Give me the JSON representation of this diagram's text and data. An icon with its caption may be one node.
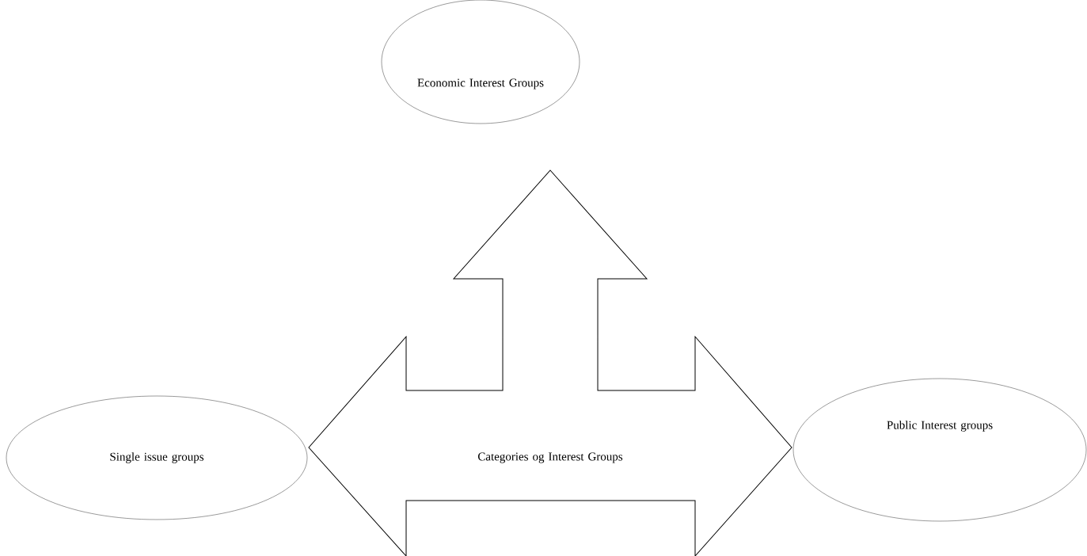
{
  "diagram": {
    "nodes": [
      {
        "text": [
          "Economic Interest Groups"
        ]
      },
      {
        "text": [
          "Single issue groups"
        ]
      },
      {
        "text": [
          "Categories og Interest Groups"
        ]
      },
      {
        "text": [
          "Public Interest groups"
        ]
      }
    ]
  }
}
